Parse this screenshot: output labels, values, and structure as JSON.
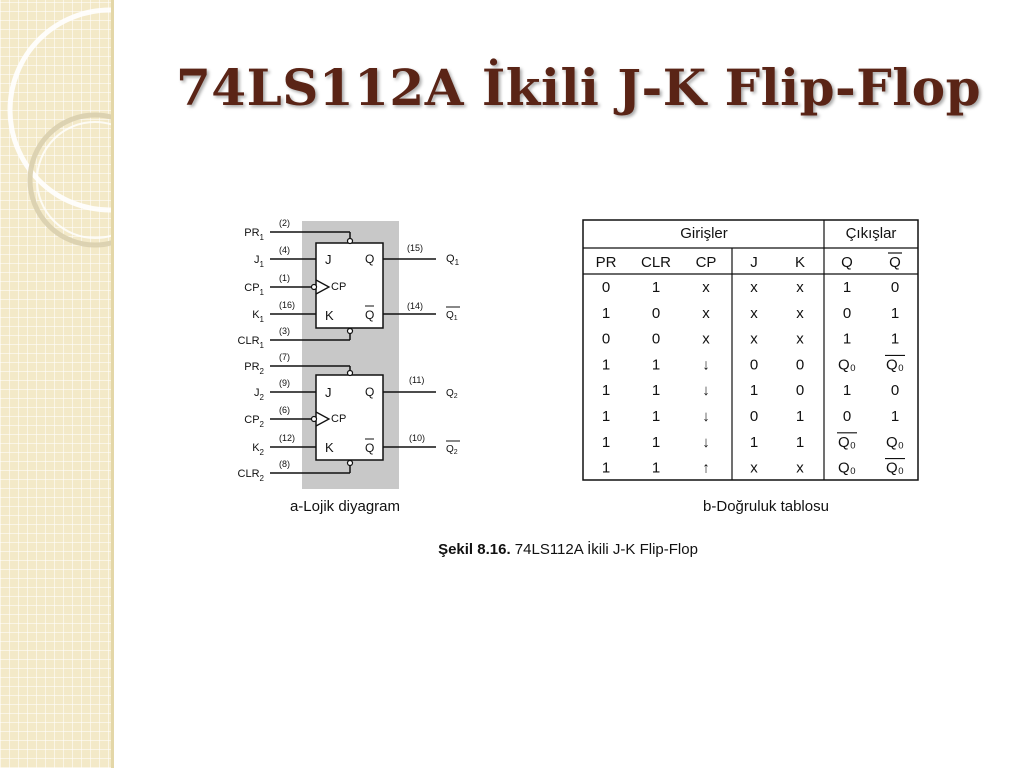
{
  "title": "74LS112A İkili J-K Flip-Flop",
  "logic": {
    "caption": "a-Lojik diyagram",
    "ff1": {
      "pins": [
        {
          "name": "PR",
          "sub": "1",
          "num": "(2)"
        },
        {
          "name": "J",
          "sub": "1",
          "num": "(4)"
        },
        {
          "name": "CP",
          "sub": "1",
          "num": "(1)"
        },
        {
          "name": "K",
          "sub": "1",
          "num": "(16)"
        },
        {
          "name": "CLR",
          "sub": "1",
          "num": "(3)"
        }
      ],
      "in_j": "J",
      "in_cp": "CP",
      "in_k": "K",
      "out_q": "Q",
      "out_qbar": "Q",
      "q_num": "(15)",
      "qbar_num": "(14)",
      "q_label": "Q",
      "q_sub": "1",
      "qbar_label": "Q",
      "qbar_sub": "1"
    },
    "ff2": {
      "pins": [
        {
          "name": "PR",
          "sub": "2",
          "num": "(7)"
        },
        {
          "name": "J",
          "sub": "2",
          "num": "(9)"
        },
        {
          "name": "CP",
          "sub": "2",
          "num": "(6)"
        },
        {
          "name": "K",
          "sub": "2",
          "num": "(12)"
        },
        {
          "name": "CLR",
          "sub": "2",
          "num": "(8)"
        }
      ],
      "in_j": "J",
      "in_cp": "CP",
      "in_k": "K",
      "out_q": "Q",
      "out_qbar": "Q",
      "q_num": "(11)",
      "qbar_num": "(10)",
      "q_label": "Q",
      "q_sub": "2",
      "qbar_label": "Q",
      "qbar_sub": "2"
    }
  },
  "truth": {
    "caption": "b-Doğruluk tablosu",
    "group_inputs": "Girişler",
    "group_outputs": "Çıkışlar",
    "headers": [
      "PR",
      "CLR",
      "CP",
      "J",
      "K",
      "Q",
      "Q"
    ],
    "rows": [
      [
        "0",
        "1",
        "x",
        "x",
        "x",
        "1",
        "0"
      ],
      [
        "1",
        "0",
        "x",
        "x",
        "x",
        "0",
        "1"
      ],
      [
        "0",
        "0",
        "x",
        "x",
        "x",
        "1",
        "1"
      ],
      [
        "1",
        "1",
        "↓",
        "0",
        "0",
        "Q₀",
        "Q₀"
      ],
      [
        "1",
        "1",
        "↓",
        "1",
        "0",
        "1",
        "0"
      ],
      [
        "1",
        "1",
        "↓",
        "0",
        "1",
        "0",
        "1"
      ],
      [
        "1",
        "1",
        "↓",
        "1",
        "1",
        "Q₀",
        "Q₀"
      ],
      [
        "1",
        "1",
        "↑",
        "x",
        "x",
        "Q₀",
        "Q₀"
      ]
    ]
  },
  "figure_caption": {
    "bold": "Şekil 8.16.",
    "text": " 74LS112A İkili J-K Flip-Flop"
  }
}
